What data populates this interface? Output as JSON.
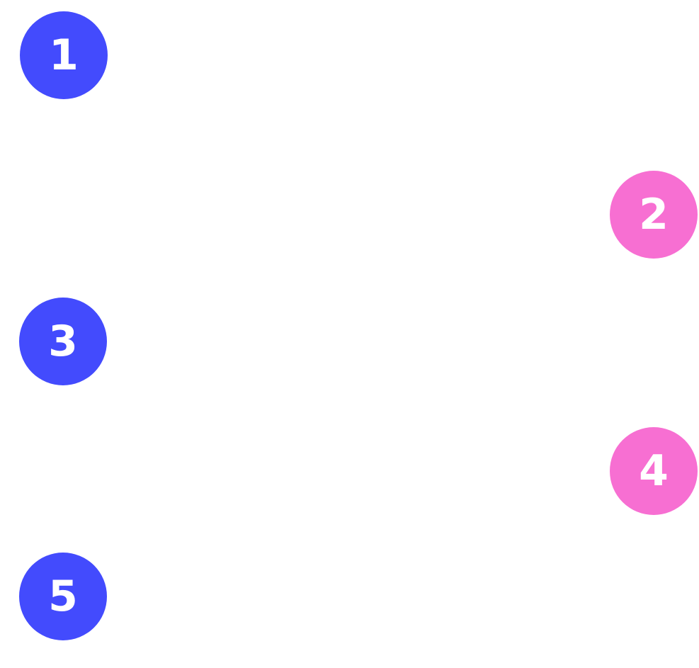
{
  "colors": {
    "blue": "#434BFD",
    "pink": "#F76FD2"
  },
  "steps": [
    {
      "label": "1",
      "color": "blue"
    },
    {
      "label": "2",
      "color": "pink"
    },
    {
      "label": "3",
      "color": "blue"
    },
    {
      "label": "4",
      "color": "pink"
    },
    {
      "label": "5",
      "color": "blue"
    }
  ]
}
